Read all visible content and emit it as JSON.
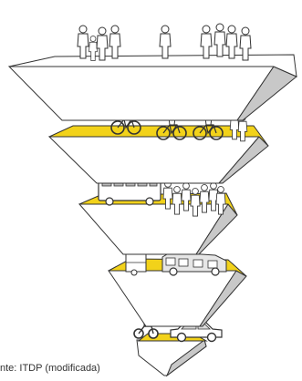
{
  "caption": "nte: ITDP (modificada)",
  "diagram": {
    "type": "inverted mobility priority pyramid",
    "tiers": [
      {
        "rank": 1,
        "icon": "pedestrians-icon",
        "top_color": "#ffffff"
      },
      {
        "rank": 2,
        "icon": "cyclists-icon",
        "top_color": "#f2d21a"
      },
      {
        "rank": 3,
        "icon": "public-transport-icon",
        "top_color": "#f2d21a"
      },
      {
        "rank": 4,
        "icon": "freight-icon",
        "top_color": "#f2d21a"
      },
      {
        "rank": 5,
        "icon": "private-vehicles-icon",
        "top_color": "#f2d21a"
      }
    ],
    "colors": {
      "accent": "#f2d21a",
      "front_face": "#ffffff",
      "side_face": "#c8c8c8",
      "outline": "#333333"
    }
  }
}
